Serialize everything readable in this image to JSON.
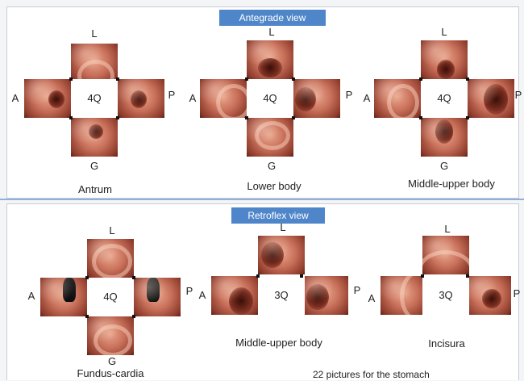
{
  "sections": {
    "antegrade_label": "Antegrade view",
    "retroflex_label": "Retroflex view"
  },
  "directions": {
    "lesser": "L",
    "greater": "G",
    "anterior": "A",
    "posterior": "P"
  },
  "diagrams": [
    {
      "center": "4Q",
      "caption": "Antrum"
    },
    {
      "center": "4Q",
      "caption": "Lower body"
    },
    {
      "center": "4Q",
      "caption": "Middle-upper body"
    },
    {
      "center": "4Q",
      "caption": "Fundus-cardia"
    },
    {
      "center": "3Q",
      "caption": "Middle-upper body"
    },
    {
      "center": "3Q",
      "caption": "Incisura"
    }
  ],
  "footnote": "22 pictures for the stomach",
  "colors": {
    "label_bg": "#4f86c9",
    "divider": "#8fb0d8"
  }
}
